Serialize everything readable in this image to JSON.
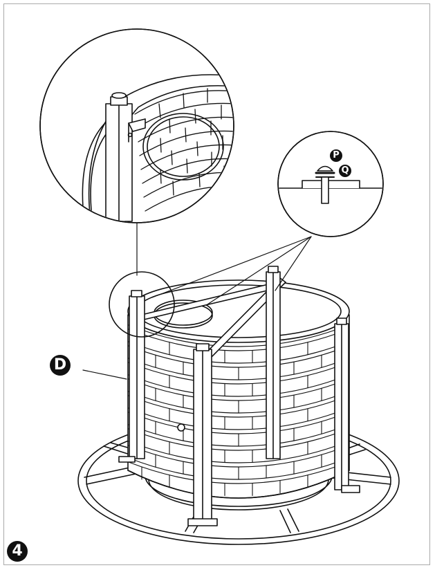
{
  "step": {
    "number": "4"
  },
  "parts": {
    "wicker_panel": "D",
    "screw": "P",
    "washer": "Q"
  },
  "colors": {
    "line": "#111111",
    "frame": "#a9a9a9",
    "badge": "#111111"
  }
}
